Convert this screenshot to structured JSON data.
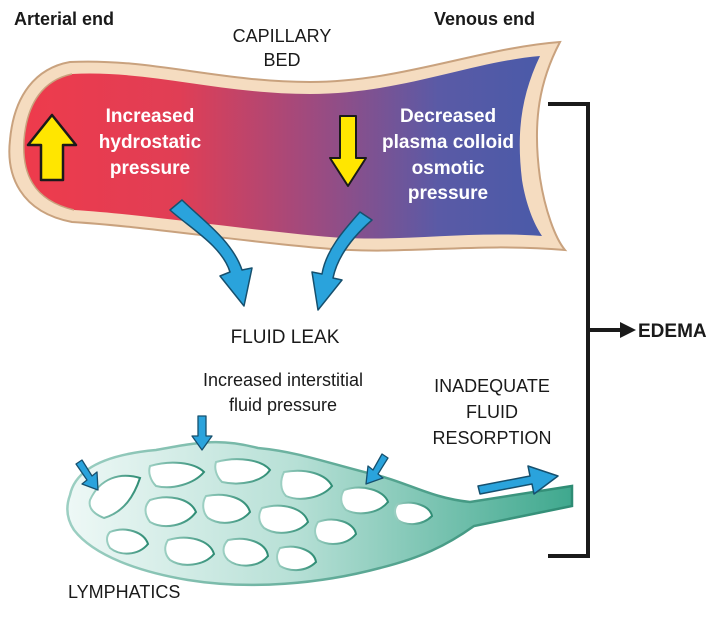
{
  "labels": {
    "arterial_end": "Arterial end",
    "venous_end": "Venous end",
    "capillary_bed_line1": "CAPILLARY",
    "capillary_bed_line2": "BED",
    "increased_hydro_line1": "Increased",
    "increased_hydro_line2": "hydrostatic",
    "increased_hydro_line3": "pressure",
    "decreased_plasma_line1": "Decreased",
    "decreased_plasma_line2": "plasma colloid",
    "decreased_plasma_line3": "osmotic",
    "decreased_plasma_line4": "pressure",
    "fluid_leak": "FLUID LEAK",
    "interstitial_line1": "Increased interstitial",
    "interstitial_line2": "fluid pressure",
    "inadequate_line1": "INADEQUATE",
    "inadequate_line2": "FLUID",
    "inadequate_line3": "RESORPTION",
    "lymphatics": "LYMPHATICS",
    "edema": "EDEMA"
  },
  "colors": {
    "arterial_red": "#ee3b4c",
    "venous_blue": "#4a5aa8",
    "vessel_wall": "#f5dcc0",
    "vessel_wall_edge": "#c9a27e",
    "yellow_arrow": "#ffe600",
    "flow_arrow": "#2aa3dc",
    "lymph_light": "#e2f2ee",
    "lymph_dark": "#3fa88e",
    "bracket": "#1a1a1a"
  }
}
